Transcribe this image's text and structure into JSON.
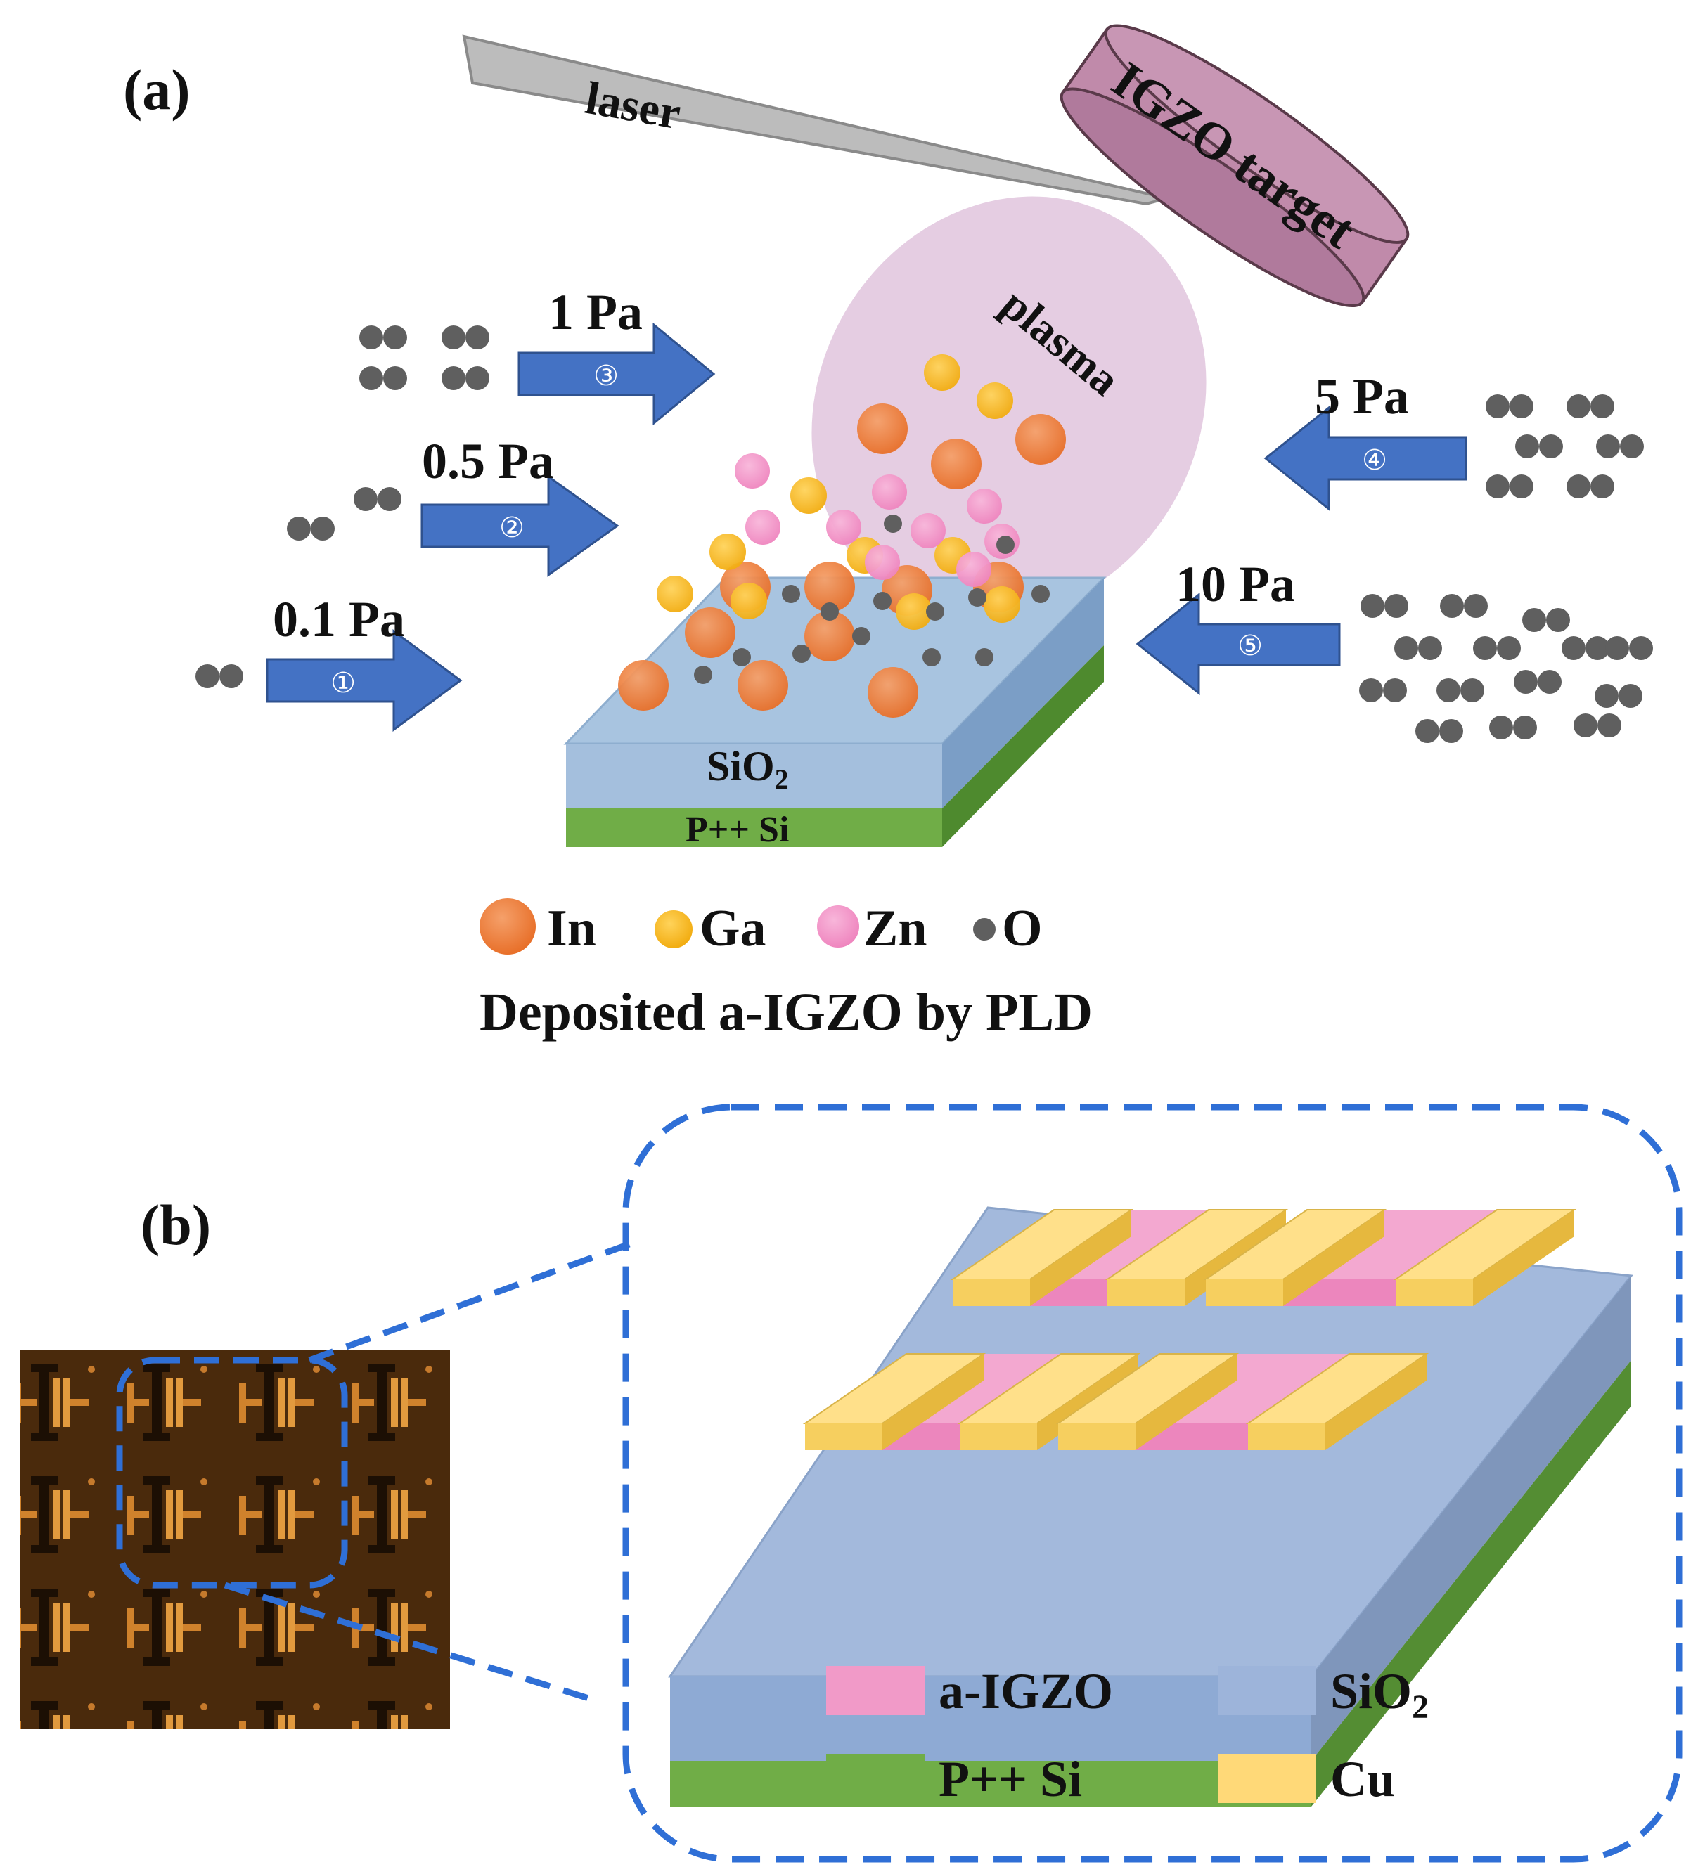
{
  "panel_a": {
    "label": "(a)",
    "laser_label": "laser",
    "target_label": "IGZO target",
    "plasma_label": "plasma",
    "substrate_top_label_main": "SiO",
    "substrate_top_label_sub": "2",
    "substrate_bottom_label": "P++ Si",
    "pressures": [
      {
        "value": "0.1 Pa",
        "step": "①"
      },
      {
        "value": "0.5 Pa",
        "step": "②"
      },
      {
        "value": "1 Pa",
        "step": "③"
      },
      {
        "value": "5 Pa",
        "step": "④"
      },
      {
        "value": "10 Pa",
        "step": "⑤"
      }
    ],
    "legend": [
      {
        "label": "In",
        "color": "#ed7d31"
      },
      {
        "label": "Ga",
        "color": "#f5b51c"
      },
      {
        "label": "Zn",
        "color": "#f18cc2"
      },
      {
        "label": "O",
        "color": "#5f5f5f"
      }
    ],
    "caption": "Deposited a-IGZO by PLD"
  },
  "panel_b": {
    "label": "(b)",
    "legend": [
      {
        "label": "a-IGZO",
        "color": "#f19ac8"
      },
      {
        "label_main": "SiO",
        "label_sub": "2",
        "color": "#9db4da"
      },
      {
        "label": "P++ Si",
        "color": "#70ad47"
      },
      {
        "label": "Cu",
        "color": "#ffd978"
      }
    ]
  }
}
